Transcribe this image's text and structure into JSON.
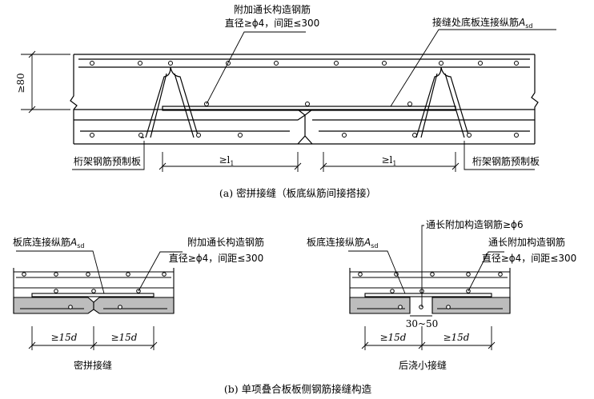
{
  "part_a": {
    "label_top_left_line1": "附加通长构造钢筋",
    "label_top_left_line2": "直径≥ϕ4，间距≤300",
    "label_top_right": "接缝处底板连接纵筋",
    "label_top_right_sym": "A",
    "label_top_right_sub": "sd",
    "height_dim": "≥80",
    "label_left_panel": "桁架钢筋预制板",
    "label_right_panel": "桁架钢筋预制板",
    "lap_dim_left": "≥l",
    "lap_dim_left_sub": "1",
    "lap_dim_right": "≥l",
    "lap_dim_right_sub": "1",
    "caption": "(a) 密拼接缝（板底纵筋间接搭接）"
  },
  "part_b_left": {
    "label_left": "板底连接纵筋",
    "label_left_sym": "A",
    "label_left_sub": "sd",
    "label_right_line1": "附加通长构造钢筋",
    "label_right_line2": "直径≥ϕ4，间距≤300",
    "dim_left": "≥15d",
    "dim_right": "≥15d",
    "caption": "密拼接缝"
  },
  "part_b_right": {
    "label_top": "通长附加构造钢筋≥ϕ6",
    "label_left": "板底连接纵筋",
    "label_left_sym": "A",
    "label_left_sub": "sd",
    "label_right_line1": "通长附加构造钢筋",
    "label_right_line2": "直径≥ϕ4，间距≤300",
    "gap_dim": "30~50",
    "dim_left": "≥15d",
    "dim_right": "≥15d",
    "caption": "后浇小接缝"
  },
  "caption_b": "(b) 单项叠合板板侧钢筋接缝构造",
  "colors": {
    "panel_fill": "#bdbdbd",
    "line": "#000000",
    "background": "#ffffff"
  }
}
